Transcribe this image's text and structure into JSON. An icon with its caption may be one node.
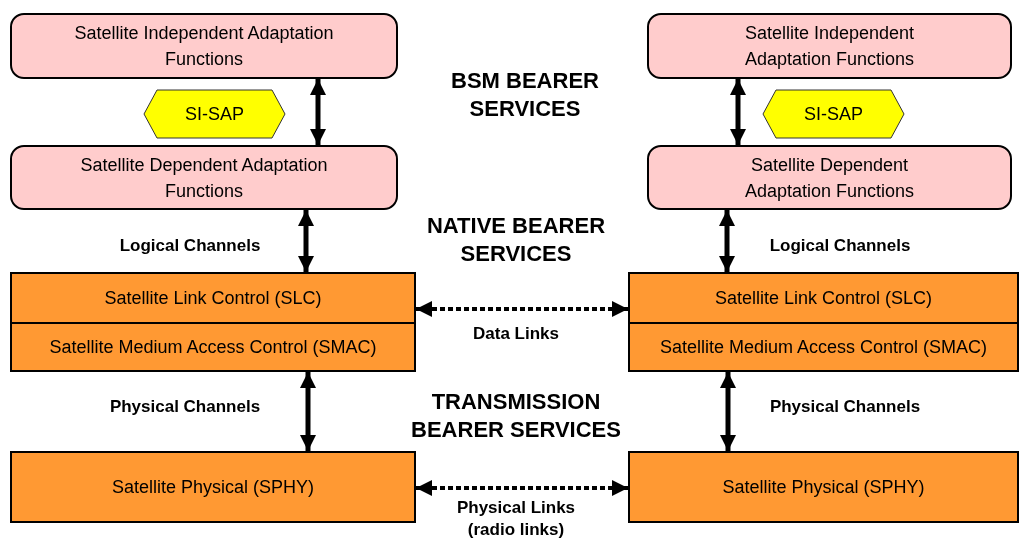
{
  "diagram": {
    "nodes": [
      {
        "text": [
          "Satellite Independent Adaptation Functions"
        ]
      },
      {
        "text": [
          "SI-SAP"
        ]
      },
      {
        "text": [
          "Satellite Dependent Adaptation Functions"
        ]
      },
      {
        "text": [
          "Satellite Link Control (SLC)"
        ]
      },
      {
        "text": [
          "Satellite Medium Access Control (SMAC)"
        ]
      },
      {
        "text": [
          "Satellite Physical (SPHY)"
        ]
      },
      {
        "text": [
          "Satellite Independent Adaptation Functions"
        ]
      },
      {
        "text": [
          "SI-SAP"
        ]
      },
      {
        "text": [
          "Satellite Dependent Adaptation Functions"
        ]
      },
      {
        "text": [
          "Satellite Link Control (SLC)"
        ]
      },
      {
        "text": [
          "Satellite Medium Access Control (SMAC)"
        ]
      },
      {
        "text": [
          "Satellite Physical (SPHY)"
        ]
      }
    ],
    "edges": [
      {
        "from": 0,
        "to": 2,
        "arrow": "both"
      },
      {
        "from": 2,
        "to": 3,
        "arrow": "both",
        "label": "Logical Channels"
      },
      {
        "from": 4,
        "to": 5,
        "arrow": "both",
        "label": "Physical Channels"
      },
      {
        "from": 3,
        "to": 9,
        "arrow": "both",
        "label": "Data Links",
        "style": "dashed"
      },
      {
        "from": 5,
        "to": 11,
        "arrow": "both",
        "label": "Physical Links (radio links)",
        "style": "dashed"
      },
      {
        "from": 6,
        "to": 8,
        "arrow": "both"
      },
      {
        "from": 8,
        "to": 9,
        "arrow": "both",
        "label": "Logical Channels"
      },
      {
        "from": 10,
        "to": 11,
        "arrow": "both",
        "label": "Physical Channels"
      }
    ],
    "labels": [
      "BSM BEARER SERVICES",
      "NATIVE BEARER SERVICES",
      "TRANSMISSION BEARER SERVICES"
    ]
  }
}
